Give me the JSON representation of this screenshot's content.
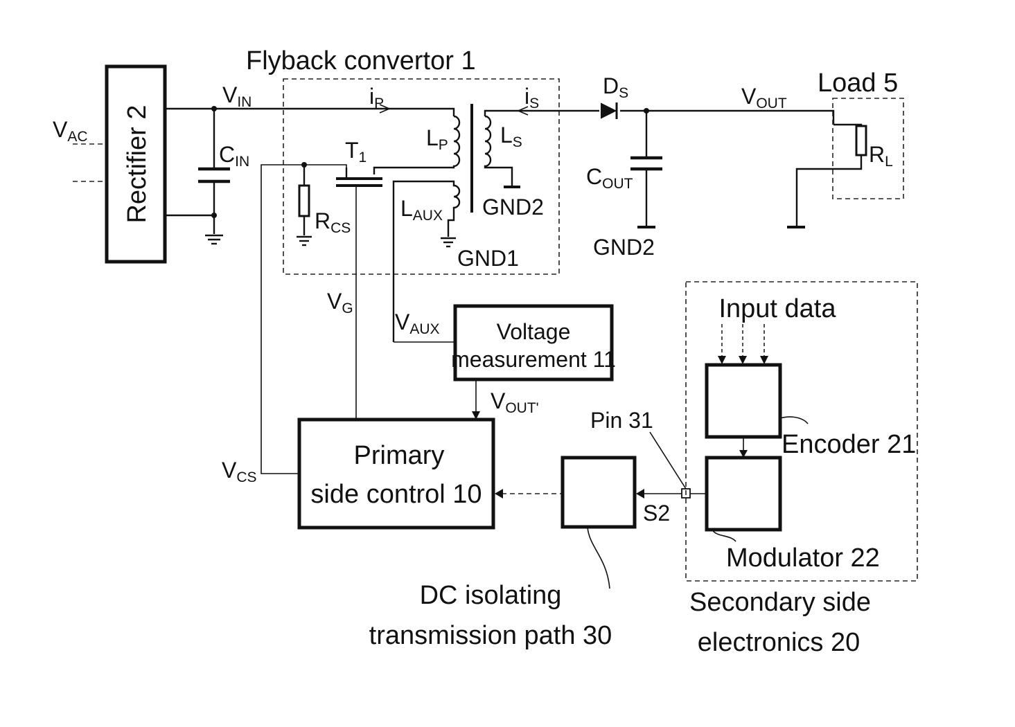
{
  "blocks": {
    "rectifier": "Rectifier 2",
    "flyback": "Flyback convertor 1",
    "load": "Load 5",
    "voltage_measurement_line1": "Voltage",
    "voltage_measurement_line2": "measurement 11",
    "primary_control_line1": "Primary",
    "primary_control_line2": "side control 10",
    "input_data": "Input data",
    "encoder": "Encoder 21",
    "modulator": "Modulator 22",
    "pin": "Pin 31",
    "dc_path_line1": "DC isolating",
    "dc_path_line2": "transmission path 30",
    "secondary_line1": "Secondary side",
    "secondary_line2": "electronics 20"
  },
  "labels": {
    "vac": {
      "main": "V",
      "sub": "AC"
    },
    "vin": {
      "main": "V",
      "sub": "IN"
    },
    "cin": {
      "main": "C",
      "sub": "IN"
    },
    "ip": {
      "main": "i",
      "sub": "P"
    },
    "is": {
      "main": "i",
      "sub": "S"
    },
    "lp": {
      "main": "L",
      "sub": "P"
    },
    "ls": {
      "main": "L",
      "sub": "S"
    },
    "t1": {
      "main": "T",
      "sub": "1"
    },
    "rcs": {
      "main": "R",
      "sub": "CS"
    },
    "laux": {
      "main": "L",
      "sub": "AUX"
    },
    "ds": {
      "main": "D",
      "sub": "S"
    },
    "vout": {
      "main": "V",
      "sub": "OUT"
    },
    "cout": {
      "main": "C",
      "sub": "OUT"
    },
    "rl": {
      "main": "R",
      "sub": "L"
    },
    "vg": {
      "main": "V",
      "sub": "G"
    },
    "vaux": {
      "main": "V",
      "sub": "AUX"
    },
    "vout_meas": {
      "main": "V",
      "sub": "OUT'"
    },
    "vcs": {
      "main": "V",
      "sub": "CS"
    },
    "s2": "S2",
    "gnd1": "GND1",
    "gnd2_transformer": "GND2",
    "gnd2_output": "GND2"
  }
}
